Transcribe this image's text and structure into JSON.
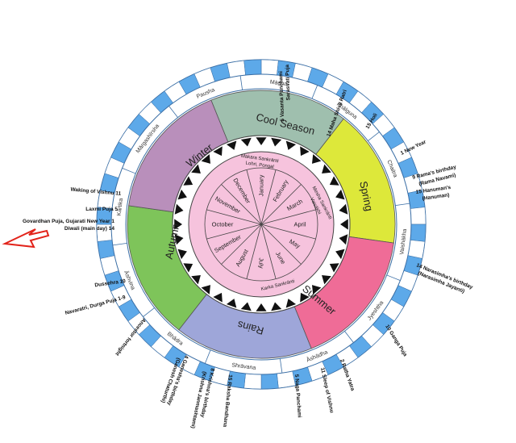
{
  "colors": {
    "cool_season": "#9fbfae",
    "spring": "#dde83a",
    "summer": "#ef6c97",
    "rains": "#9ea6d9",
    "autumn": "#7ec45a",
    "winter": "#b98fbb",
    "inner_disc": "#f6c3dd",
    "calendar_ring": "#c8def4",
    "calendar_blue": "#5da9e9",
    "arrow": "#e2231a"
  },
  "lunar_months": [
    "Māgha",
    "Phālguna",
    "Chaitra",
    "Vaishākha",
    "Jyeshtha",
    "Āshādha",
    "Shrāvana",
    "Bhādra",
    "Āshvina",
    "Kārtika",
    "Mārgashīrsha",
    "Pausha"
  ],
  "seasons": {
    "cool": "Cool Season",
    "spring": "Spring",
    "summer": "Summer",
    "rains": "Rains",
    "autumn": "Autumn",
    "winter": "Winter"
  },
  "gregorian_months": [
    "January",
    "February",
    "March",
    "April",
    "May",
    "June",
    "July",
    "August",
    "September",
    "October",
    "November",
    "December"
  ],
  "sankranti": {
    "makara": "Makara Sankrānti",
    "lohri": "Lohri, Pongal",
    "mesha": "Mesha Sankrānti",
    "vaisakhi": "Vaisākhi",
    "karka": "Karka Sankrānti"
  },
  "festivals": {
    "vasanta": "5 Vasanta Panchami",
    "sarasvati": "Sarasvati Puja",
    "shivaratri": "14 Maha Shiva Ratri",
    "holi": "15 Holi",
    "new_year": "1 New Year",
    "rama": "9 Rama's birthday",
    "rama2": "(Rama Navami)",
    "hanuman": "15 Hanuman's",
    "hanuman2": "(Hanuman)",
    "narasimha": "14 Narasimha's birthday",
    "narasimha2": "(Narasimha Jayanti)",
    "ganga": "10 Ganga Puja",
    "ratha": "2 Ratha Yatra",
    "sleep_vishnu": "11 Sleep of Vishnu",
    "naga": "5 Naga Panchami",
    "raksha": "15 Raksha Bandhana",
    "krishna": "8 Krishna's birthday",
    "krishna2": "(Krishna Janmashtami)",
    "ganesha": "4 Ganesha's birthday",
    "ganesha2": "(Ganesh Chaturthi)",
    "ancestor": "Ancestor fortnight",
    "navaratri": "Navaratri, Durga Puja 1-9",
    "dussehra": "Dussehra 10",
    "govardhan": "Govardhan Puja, Gujarati New Year  1",
    "diwali": "Diwali (main day)  14",
    "laxmi": "Laxmi Puja  5",
    "waking": "Waking of Vishnu  11"
  }
}
